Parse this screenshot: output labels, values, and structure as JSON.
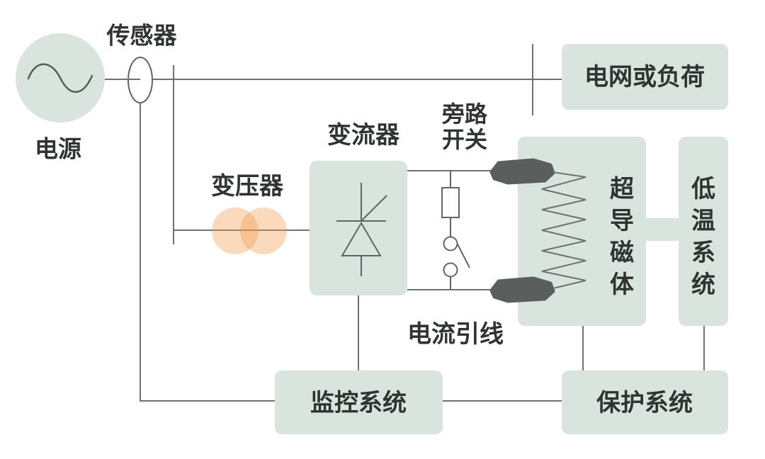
{
  "diagram": {
    "labels": {
      "power": "电源",
      "sensor": "传感器",
      "grid_or_load": "电网或负荷",
      "transformer": "变压器",
      "converter": "变流器",
      "bypass_switch_line1": "旁路",
      "bypass_switch_line2": "开关",
      "current_leads": "电流引线",
      "superconducting_magnet": "超导磁体",
      "cryogenic_system": "低温系统",
      "monitoring_system": "监控系统",
      "protection_system": "保护系统"
    },
    "vertical_labels": {
      "superconducting_magnet_chars": [
        "超",
        "导",
        "磁",
        "体"
      ],
      "cryogenic_system_chars": [
        "低",
        "温",
        "系",
        "统"
      ]
    },
    "colors": {
      "box_fill": "#d8e4dd",
      "line": "#6e7372",
      "sym": "#5d6765",
      "lead": "#5a5f5e",
      "text": "#2f3432",
      "transformer": "#f19b4e",
      "sine": "#51605c"
    }
  }
}
